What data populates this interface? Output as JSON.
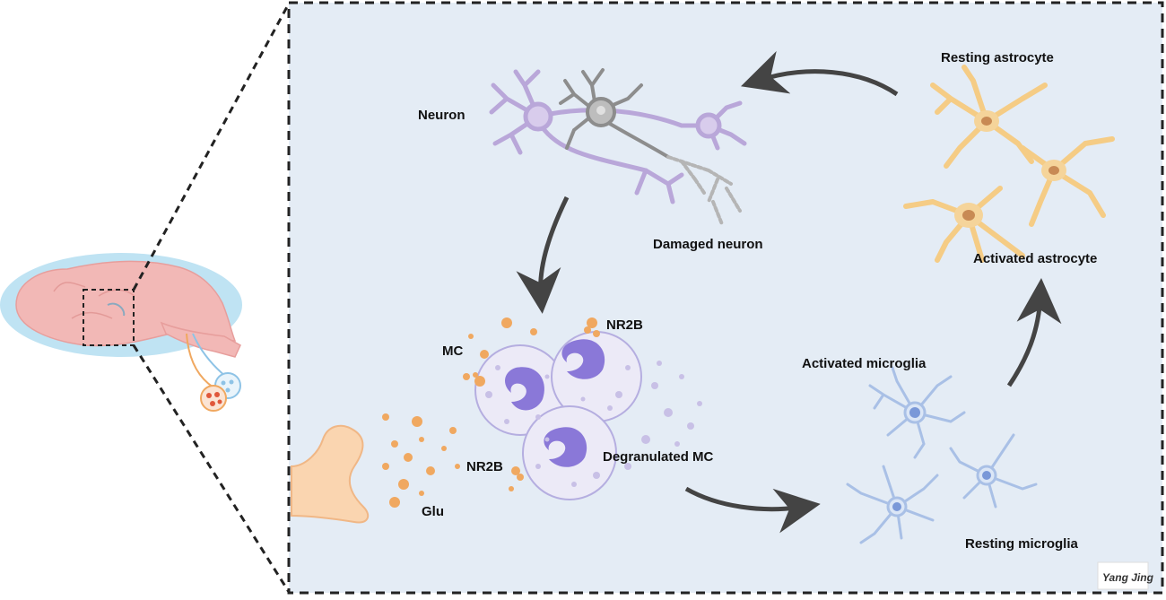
{
  "labels": {
    "neuron": "Neuron",
    "damaged_neuron": "Damaged neuron",
    "resting_astrocyte": "Resting astrocyte",
    "activated_astrocyte": "Activated astrocyte",
    "activated_microglia": "Activated microglia",
    "resting_microglia": "Resting microglia",
    "mc": "MC",
    "nr2b_top": "NR2B",
    "nr2b_bottom": "NR2B",
    "degranulated_mc": "Degranulated MC",
    "glu": "Glu"
  },
  "signature": "Yang Jing",
  "colors": {
    "panel_bg": "#e4ecf5",
    "neuron": "#b9a7d9",
    "damaged_neuron": "#9a9a9a",
    "astrocyte": "#f5cc85",
    "microglia": "#a9c0e6",
    "mast_cell_nucleus": "#8a78d8",
    "granule": "#f0a860",
    "brain": "#f2b8b6",
    "arrow": "#444444"
  },
  "icons": [
    "brain-icon",
    "neuron-icon",
    "damaged-neuron-icon",
    "astrocyte-icon",
    "microglia-icon",
    "mast-cell-icon",
    "synapse-icon"
  ]
}
